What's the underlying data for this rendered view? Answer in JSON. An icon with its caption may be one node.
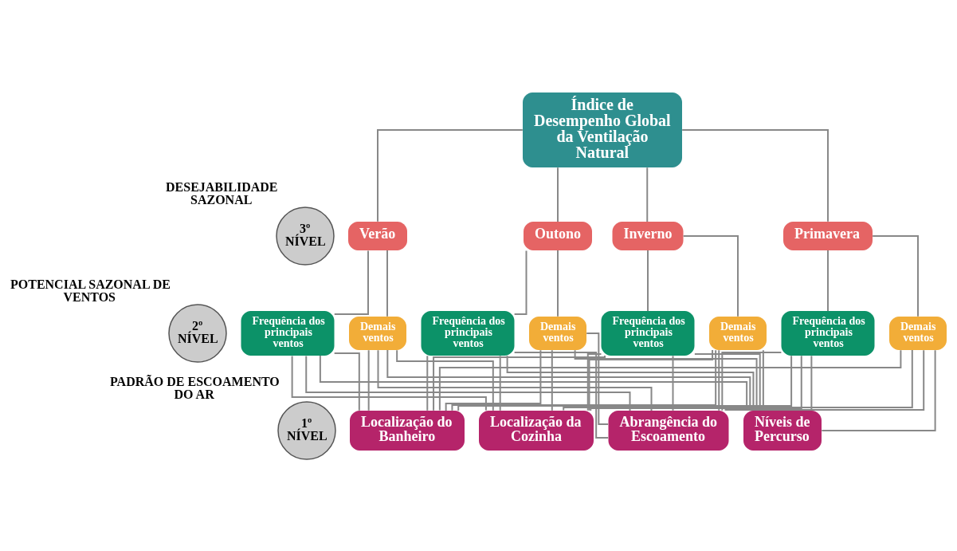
{
  "diagram": {
    "nodes": [
      {
        "text": [
          "Índice de Desempenho Global da Ventilação Natural"
        ]
      },
      {
        "text": [
          "Verão"
        ]
      },
      {
        "text": [
          "Outono"
        ]
      },
      {
        "text": [
          "Inverno"
        ]
      },
      {
        "text": [
          "Primavera"
        ]
      },
      {
        "text": [
          "Frequência dos principais ventos"
        ]
      },
      {
        "text": [
          "Demais ventos"
        ]
      },
      {
        "text": [
          "Frequência dos principais ventos"
        ]
      },
      {
        "text": [
          "Demais ventos"
        ]
      },
      {
        "text": [
          "Frequência dos principais ventos"
        ]
      },
      {
        "text": [
          "Demais ventos"
        ]
      },
      {
        "text": [
          "Frequência dos principais ventos"
        ]
      },
      {
        "text": [
          "Demais ventos"
        ]
      },
      {
        "text": [
          "Abrangência do Escoamento"
        ]
      },
      {
        "text": [
          "Níveis de Percurso"
        ]
      },
      {
        "text": [
          "Localização do Banheiro"
        ]
      },
      {
        "text": [
          "Localização da Cozinha"
        ]
      },
      {
        "text": [
          "3º NÍVEL"
        ],
        "beside": [
          "DESEJABILIDADE SAZONAL"
        ]
      },
      {
        "text": [
          "2º NÍVEL"
        ],
        "beside": [
          "POTENCIAL SAZONAL DE VENTOS"
        ]
      },
      {
        "text": [
          "1º NÍVEL"
        ],
        "beside": [
          "PADRÃO DE ESCOAMENTO DO AR"
        ]
      }
    ],
    "edges": [
      {
        "from": 0,
        "to": 1,
        "arrow": "none"
      },
      {
        "from": 0,
        "to": 2,
        "arrow": "none"
      },
      {
        "from": 0,
        "to": 3,
        "arrow": "none"
      },
      {
        "from": 0,
        "to": 4,
        "arrow": "none"
      },
      {
        "from": 1,
        "to": 5,
        "arrow": "none"
      },
      {
        "from": 1,
        "to": 6,
        "arrow": "none"
      },
      {
        "from": 2,
        "to": 7,
        "arrow": "none"
      },
      {
        "from": 2,
        "to": 8,
        "arrow": "none"
      },
      {
        "from": 3,
        "to": 9,
        "arrow": "none"
      },
      {
        "from": 3,
        "to": 10,
        "arrow": "none"
      },
      {
        "from": 4,
        "to": 11,
        "arrow": "none"
      },
      {
        "from": 4,
        "to": 12,
        "arrow": "none"
      },
      {
        "from": 5,
        "to": 13,
        "arrow": "none"
      },
      {
        "from": 5,
        "to": 14,
        "arrow": "none"
      },
      {
        "from": 5,
        "to": 15,
        "arrow": "none"
      },
      {
        "from": 5,
        "to": 16,
        "arrow": "none"
      },
      {
        "from": 6,
        "to": 13,
        "arrow": "none"
      },
      {
        "from": 6,
        "to": 14,
        "arrow": "none"
      },
      {
        "from": 6,
        "to": 15,
        "arrow": "none"
      },
      {
        "from": 6,
        "to": 16,
        "arrow": "none"
      },
      {
        "from": 7,
        "to": 13,
        "arrow": "none"
      },
      {
        "from": 7,
        "to": 14,
        "arrow": "none"
      },
      {
        "from": 7,
        "to": 15,
        "arrow": "none"
      },
      {
        "from": 7,
        "to": 16,
        "arrow": "none"
      },
      {
        "from": 8,
        "to": 13,
        "arrow": "none"
      },
      {
        "from": 8,
        "to": 14,
        "arrow": "none"
      },
      {
        "from": 8,
        "to": 15,
        "arrow": "none"
      },
      {
        "from": 8,
        "to": 16,
        "arrow": "none"
      },
      {
        "from": 9,
        "to": 13,
        "arrow": "none"
      },
      {
        "from": 9,
        "to": 14,
        "arrow": "none"
      },
      {
        "from": 9,
        "to": 15,
        "arrow": "none"
      },
      {
        "from": 9,
        "to": 16,
        "arrow": "none"
      },
      {
        "from": 10,
        "to": 13,
        "arrow": "none"
      },
      {
        "from": 10,
        "to": 14,
        "arrow": "none"
      },
      {
        "from": 10,
        "to": 15,
        "arrow": "none"
      },
      {
        "from": 10,
        "to": 16,
        "arrow": "none"
      },
      {
        "from": 11,
        "to": 13,
        "arrow": "none"
      },
      {
        "from": 11,
        "to": 14,
        "arrow": "none"
      },
      {
        "from": 11,
        "to": 15,
        "arrow": "none"
      },
      {
        "from": 11,
        "to": 16,
        "arrow": "none"
      },
      {
        "from": 12,
        "to": 13,
        "arrow": "none"
      },
      {
        "from": 12,
        "to": 14,
        "arrow": "none"
      },
      {
        "from": 12,
        "to": 15,
        "arrow": "none"
      },
      {
        "from": 12,
        "to": 16,
        "arrow": "none"
      }
    ]
  }
}
